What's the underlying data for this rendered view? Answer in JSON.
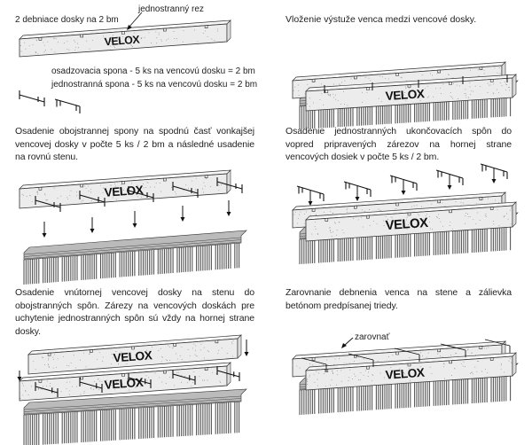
{
  "logo_text": "VELOX",
  "step1": {
    "title": "2 debniace dosky na 2 bm",
    "cut_label": "jednostranný rez",
    "clip_line1": "osadzovacia spona - 5 ks na vencovú dosku = 2 bm",
    "clip_line2": "jednostranná spona - 5 ks na vencovú dosku = 2 bm"
  },
  "step2": {
    "text": "Osadenie obojstrannej spony na spodnú časť vonkajšej vencovej dosky v počte 5 ks / 2 bm a následné usadenie na rovnú stenu."
  },
  "step3": {
    "text": "Osadenie vnútornej vencovej dosky na stenu do obojstranných spôn. Zárezy na vencových doskách pre uchytenie jednostranných spôn sú vždy na hornej strane dosky."
  },
  "step4": {
    "text": "Vloženie výstuže venca  medzi vencové dosky."
  },
  "step5": {
    "text": "Osadenie jednostranných ukončovacích spôn do vopred pripravených zárezov na hornej strane vencových dosiek v počte 5 ks / 2 bm."
  },
  "step6": {
    "text": "Zarovnanie debnenia venca na stene a zálievka betónom predpísanej triedy.",
    "align_label": "zarovnať"
  },
  "colors": {
    "board": "#ececec",
    "board_top": "#f6f6f6",
    "line": "#333333",
    "wall": "#555555"
  }
}
